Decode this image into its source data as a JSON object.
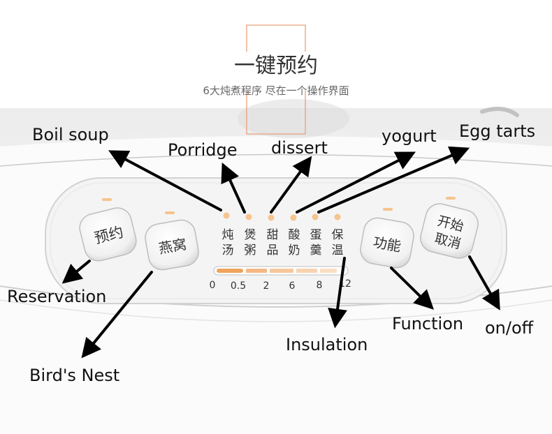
{
  "header": {
    "title": "一键预约",
    "subtitle": "6大炖煮程序 尽在一个操作界面"
  },
  "buttons": {
    "reservation": "预约",
    "birds_nest": "燕窝",
    "function": "功能",
    "start_line1": "开始",
    "start_line2": "取消"
  },
  "programs": [
    {
      "line1": "炖",
      "line2": "汤"
    },
    {
      "line1": "煲",
      "line2": "粥"
    },
    {
      "line1": "甜",
      "line2": "品"
    },
    {
      "line1": "酸",
      "line2": "奶"
    },
    {
      "line1": "蛋",
      "line2": "羹"
    },
    {
      "line1": "保",
      "line2": "温"
    }
  ],
  "timer_scale": [
    "0",
    "0.5",
    "2",
    "6",
    "8",
    "12"
  ],
  "callouts": {
    "boil_soup": "Boil soup",
    "porridge": "Porridge",
    "dissert": "dissert",
    "yogurt": "yogurt",
    "egg_tarts": "Egg tarts",
    "reservation": "Reservation",
    "birds_nest": "Bird's Nest",
    "insulation": "Insulation",
    "function": "Function",
    "on_off": "on/off"
  },
  "colors": {
    "indicator_led": "#f6c48e",
    "accent_line": "#e9a07a",
    "timer_bar": "#f2b079"
  }
}
